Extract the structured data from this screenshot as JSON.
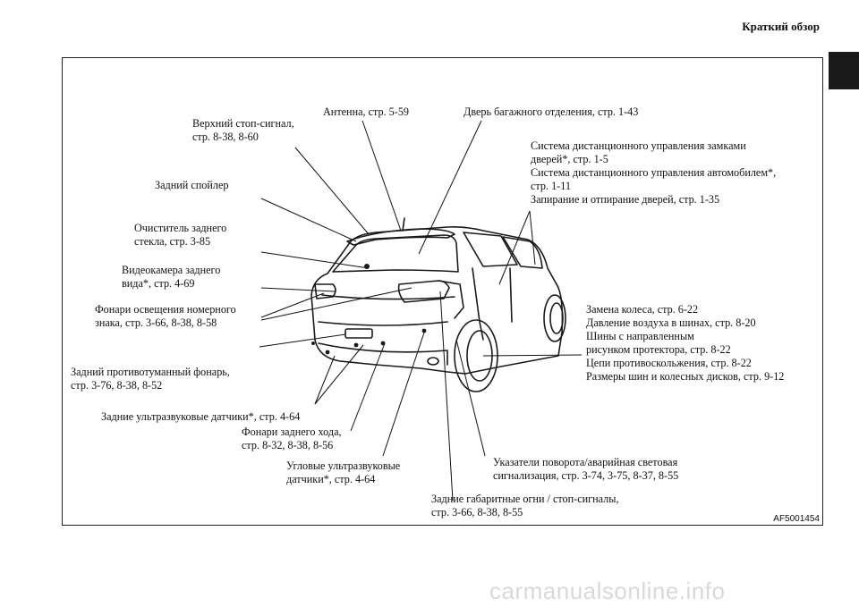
{
  "header": {
    "title": "Краткий обзор"
  },
  "figure_code": "AF5001454",
  "watermark": "carmanualsonline.info",
  "labels": {
    "antenna": "Антенна, стр. 5-59",
    "tailgate": "Дверь багажного отделения, стр. 1-43",
    "high_stop": "Верхний стоп-сигнал,\nстр. 8-38, 8-60",
    "keyless": "Система дистанционного управления замками\nдверей*, стр. 1-5\nСистема дистанционного управления автомобилем*,\nстр. 1-11\nЗапирание и отпирание дверей, стр. 1-35",
    "spoiler": "Задний спойлер",
    "wiper": "Очиститель заднего\nстекла, стр. 3-85",
    "camera": "Видеокамера заднего\nвида*, стр. 4-69",
    "license_lamps": "Фонари освещения номерного\nзнака, стр. 3-66, 8-38, 8-58",
    "tires": "Замена колеса, стр. 6-22\nДавление воздуха в шинах, стр. 8-20\nШины с направленным\nрисунком протектора, стр. 8-22\nЦепи противоскольжения, стр. 8-22\nРазмеры шин и колесных дисков, стр. 9-12",
    "fog": "Задний противотуманный фонарь,\nстр. 3-76, 8-38, 8-52",
    "sensors": "Задние ультразвуковые датчики*, стр. 4-64",
    "reverse": "Фонари заднего хода,\nстр. 8-32, 8-38, 8-56",
    "corner_sensors": "Угловые ультразвуковые\nдатчики*, стр. 4-64",
    "turn_signals": "Указатели поворота/аварийная световая\nсигнализация, стр. 3-74, 3-75, 8-37, 8-55",
    "tail_lamps": "Задние габаритные огни / стоп-сигналы,\nстр. 3-66, 8-38, 8-55"
  }
}
